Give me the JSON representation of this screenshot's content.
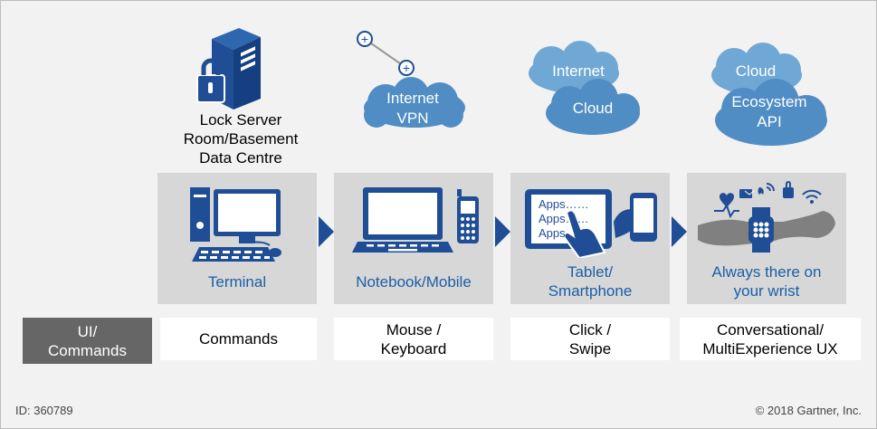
{
  "server": {
    "line1": "Lock Server",
    "line2": "Room/Basement",
    "line3": "Data Centre"
  },
  "clouds": {
    "vpn": {
      "line1": "Internet",
      "line2": "VPN"
    },
    "internet": "Internet",
    "cloud1": "Cloud",
    "cloud2": "Cloud",
    "ecosystem": {
      "line1": "Ecosystem",
      "line2": "API"
    }
  },
  "stages": [
    {
      "label": "Terminal"
    },
    {
      "label": "Notebook/Mobile"
    },
    {
      "label_line1": "Tablet/",
      "label_line2": "Smartphone",
      "apps": [
        "Apps……",
        "Apps……",
        "Apps……"
      ]
    },
    {
      "label_line1": "Always there on",
      "label_line2": "your wrist"
    }
  ],
  "ui_commands": {
    "line1": "UI/",
    "line2": "Commands"
  },
  "commands": [
    {
      "line1": "Commands"
    },
    {
      "line1": "Mouse /",
      "line2": "Keyboard"
    },
    {
      "line1": "Click /",
      "line2": "Swipe"
    },
    {
      "line1": "Conversational/",
      "line2": "MultiExperience UX"
    }
  ],
  "footer": {
    "id": "ID: 360789",
    "copyright": "© 2018 Gartner, Inc."
  },
  "colors": {
    "navy": "#1f4e96",
    "label_blue": "#1a5fa6",
    "cloud_light": "#6fa8d4",
    "cloud_mid": "#4f8dc4",
    "panel_grey": "#d7d7d7",
    "ui_grey": "#666666"
  }
}
